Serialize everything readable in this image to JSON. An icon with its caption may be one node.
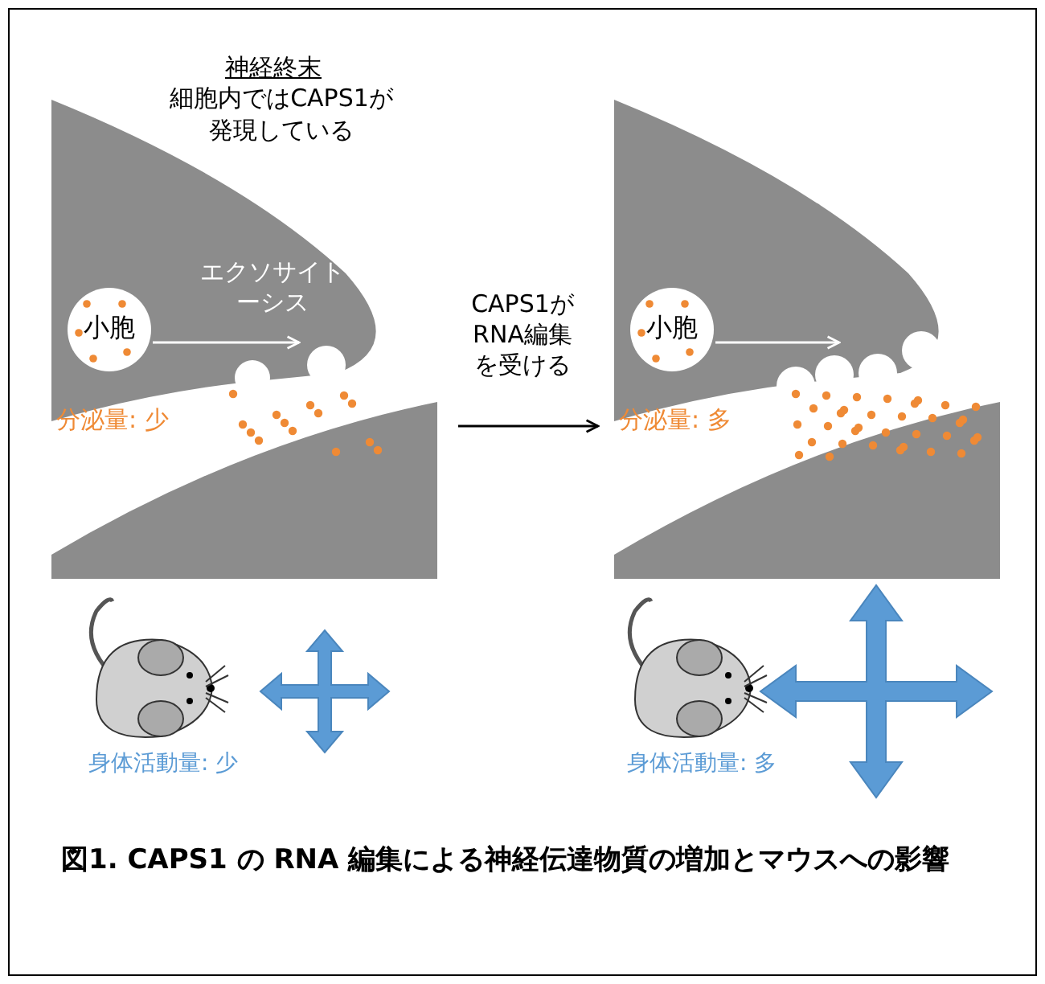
{
  "diagram": {
    "caption": "図1. CAPS1 の RNA 編集による神経伝達物質の増加とマウスへの影響",
    "nodes": [
      {
        "text": [],
        "shape": "picture"
      },
      {
        "text": [
          "小胞"
        ],
        "in": 0
      },
      {
        "text": [],
        "shape": "picture"
      },
      {
        "text": [
          "小胞"
        ],
        "in": 2
      }
    ],
    "edges": [
      {
        "from": 1,
        "to": null,
        "arrow": "to",
        "label": "エクソサイトーシス",
        "color": "#ffffff"
      },
      {
        "from": 0,
        "to": 2,
        "arrow": "to",
        "label": "CAPS1がRNA編集を受ける",
        "color": "#000000"
      },
      {
        "from": 3,
        "to": null,
        "arrow": "to",
        "color": "#ffffff"
      }
    ],
    "labels": [
      "神経終末",
      "細胞内ではCAPS1が発現している",
      "分泌量: 少",
      "分泌量: 多",
      "身体活動量: 少",
      "身体活動量: 多"
    ]
  }
}
